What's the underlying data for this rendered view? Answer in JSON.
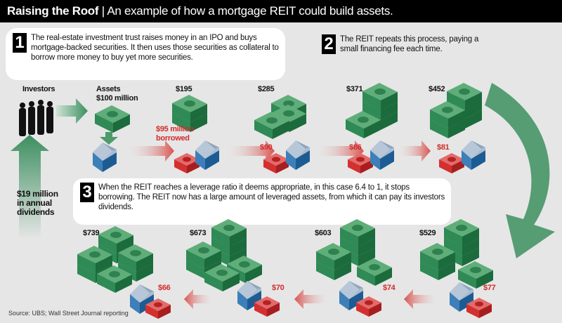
{
  "title": {
    "bold": "Raising the Roof",
    "separator": "|",
    "subtitle": "An example of how a mortgage REIT could build assets."
  },
  "steps": [
    {
      "number": "1",
      "text": "The real-estate investment trust raises money in an IPO and buys mortgage-backed securities. It then uses those securities as collateral to borrow more money to buy yet more securities."
    },
    {
      "number": "2",
      "text": "The REIT repeats this process, paying a small financing fee each time."
    },
    {
      "number": "3",
      "text": "When the REIT reaches a leverage ratio it deems appropriate, in this case 6.4 to 1, it stops borrowing. The REIT now has a large amount of leveraged assets, from which it can pay its investors dividends."
    }
  ],
  "investors_label": "Investors",
  "assets_label": "Assets",
  "assets_value": "$100 million",
  "dividends_label": "$19 million in annual dividends",
  "top_row": {
    "assets": [
      "$195",
      "$285",
      "$371",
      "$452"
    ],
    "borrowed": [
      "$95 million borrowed",
      "$90",
      "$86",
      "$81"
    ]
  },
  "bottom_row": {
    "assets": [
      "$739",
      "$673",
      "$603",
      "$529"
    ],
    "borrowed": [
      "$66",
      "$70",
      "$74",
      "$77"
    ]
  },
  "source": "Source: UBS; Wall Street Journal reporting",
  "colors": {
    "green": "#2e8b57",
    "red": "#d12c2c",
    "blue": "#2a6fa8"
  }
}
